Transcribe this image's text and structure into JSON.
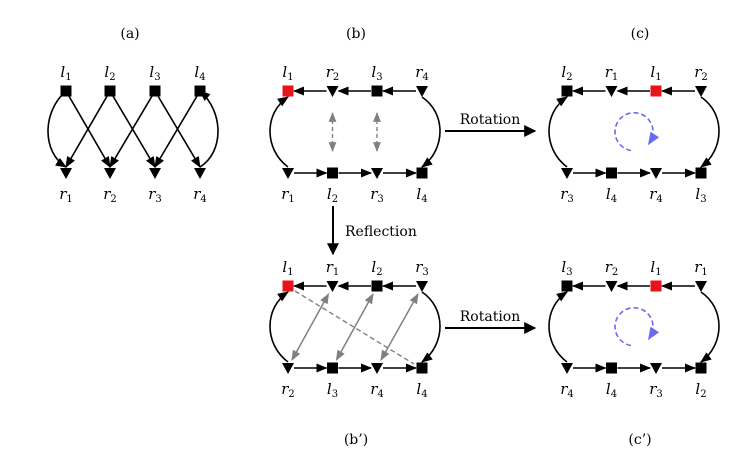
{
  "colors": {
    "ink": "#000000",
    "highlight": "#e8141b",
    "gray": "#808080",
    "rotation": "#6b6bf0"
  },
  "captions": {
    "a": "(a)",
    "b": "(b)",
    "c": "(c)",
    "b_prime": "(b’)",
    "c_prime": "(c’)"
  },
  "arrows": {
    "rotation_top": "Rotation",
    "reflection": "Reflection",
    "rotation_bottom": "Rotation"
  },
  "panel_a": {
    "top": [
      {
        "b": "l",
        "s": "1"
      },
      {
        "b": "l",
        "s": "2"
      },
      {
        "b": "l",
        "s": "3"
      },
      {
        "b": "l",
        "s": "4"
      }
    ],
    "bottom": [
      {
        "b": "r",
        "s": "1"
      },
      {
        "b": "r",
        "s": "2"
      },
      {
        "b": "r",
        "s": "3"
      },
      {
        "b": "r",
        "s": "4"
      }
    ]
  },
  "panel_b": {
    "top": [
      {
        "b": "l",
        "s": "1"
      },
      {
        "b": "r",
        "s": "2"
      },
      {
        "b": "l",
        "s": "3"
      },
      {
        "b": "r",
        "s": "4"
      }
    ],
    "bottom": [
      {
        "b": "r",
        "s": "1"
      },
      {
        "b": "l",
        "s": "2"
      },
      {
        "b": "r",
        "s": "3"
      },
      {
        "b": "l",
        "s": "4"
      }
    ]
  },
  "panel_c": {
    "top": [
      {
        "b": "l",
        "s": "2"
      },
      {
        "b": "r",
        "s": "1"
      },
      {
        "b": "l",
        "s": "1"
      },
      {
        "b": "r",
        "s": "2"
      }
    ],
    "bottom": [
      {
        "b": "r",
        "s": "3"
      },
      {
        "b": "l",
        "s": "4"
      },
      {
        "b": "r",
        "s": "4"
      },
      {
        "b": "l",
        "s": "3"
      }
    ]
  },
  "panel_bp": {
    "top": [
      {
        "b": "l",
        "s": "1"
      },
      {
        "b": "r",
        "s": "1"
      },
      {
        "b": "l",
        "s": "2"
      },
      {
        "b": "r",
        "s": "3"
      }
    ],
    "bottom": [
      {
        "b": "r",
        "s": "2"
      },
      {
        "b": "l",
        "s": "3"
      },
      {
        "b": "r",
        "s": "4"
      },
      {
        "b": "l",
        "s": "4"
      }
    ]
  },
  "panel_cp": {
    "top": [
      {
        "b": "l",
        "s": "3"
      },
      {
        "b": "r",
        "s": "2"
      },
      {
        "b": "l",
        "s": "1"
      },
      {
        "b": "r",
        "s": "1"
      }
    ],
    "bottom": [
      {
        "b": "r",
        "s": "4"
      },
      {
        "b": "l",
        "s": "4"
      },
      {
        "b": "r",
        "s": "3"
      },
      {
        "b": "l",
        "s": "2"
      }
    ]
  }
}
